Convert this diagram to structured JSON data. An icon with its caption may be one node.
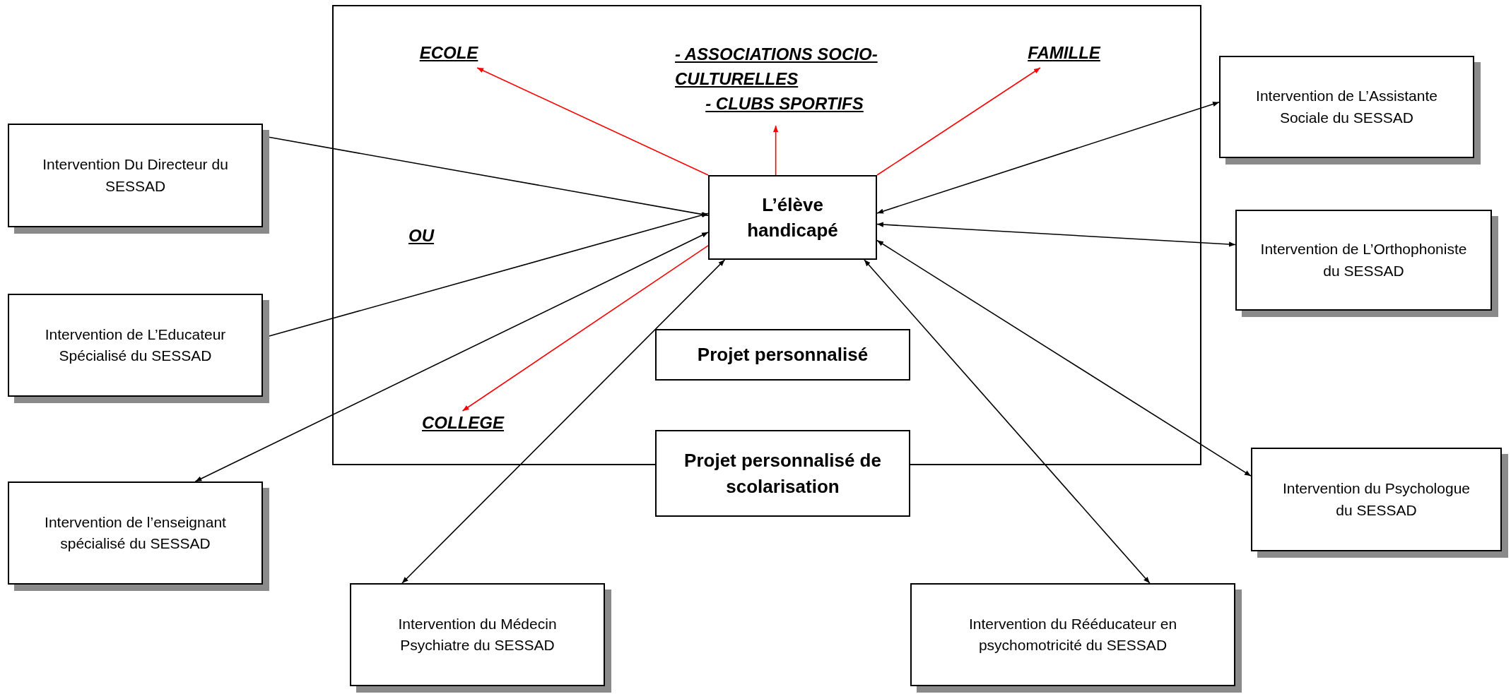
{
  "diagram": {
    "nodes": [
      {
        "text": [],
        "shape": "box"
      },
      {
        "text": [
          "ECOLE"
        ],
        "in": 0
      },
      {
        "text": [
          "- ASSOCIATIONS SOCIO-CULTURELLES",
          "- CLUBS SPORTIFS"
        ],
        "in": 0
      },
      {
        "text": [
          "FAMILLE"
        ],
        "in": 0
      },
      {
        "text": [
          "L’élève handicapé"
        ],
        "in": 0
      },
      {
        "text": [
          "Projet personnalisé"
        ],
        "in": 0
      },
      {
        "text": [
          "COLLEGE"
        ],
        "in": 0
      },
      {
        "text": [
          "Projet personnalisé de scolarisation"
        ]
      },
      {
        "text": [
          "Intervention Du Directeur du SESSAD"
        ]
      },
      {
        "text": [
          "Intervention de L’Educateur Spécialisé du SESSAD"
        ]
      },
      {
        "text": [
          "Intervention de l’enseignant spécialisé du SESSAD"
        ]
      },
      {
        "text": [
          "Intervention du Médecin Psychiatre du SESSAD"
        ]
      },
      {
        "text": [
          "Intervention du Rééducateur en psychomotricité du SESSAD"
        ]
      },
      {
        "text": [
          "Intervention de L’Assistante Sociale du SESSAD"
        ]
      },
      {
        "text": [
          "Intervention de L’Orthophoniste du SESSAD"
        ]
      },
      {
        "text": [
          "Intervention du Psychologue du SESSAD"
        ]
      }
    ],
    "edges": [
      {
        "from": 8,
        "to": 4,
        "arrow": "both"
      },
      {
        "from": 9,
        "to": 4,
        "arrow": "both"
      },
      {
        "from": 10,
        "to": 4,
        "arrow": "both"
      },
      {
        "from": 11,
        "to": 4,
        "arrow": "both"
      },
      {
        "from": 12,
        "to": 4,
        "arrow": "both"
      },
      {
        "from": 13,
        "to": 4,
        "arrow": "both"
      },
      {
        "from": 14,
        "to": 4,
        "arrow": "both"
      },
      {
        "from": 15,
        "to": 4,
        "arrow": "both"
      },
      {
        "from": 4,
        "to": 1,
        "arrow": "to",
        "color": "#ff0000"
      },
      {
        "from": 4,
        "to": 2,
        "arrow": "to",
        "color": "#ff0000"
      },
      {
        "from": 4,
        "to": 3,
        "arrow": "to",
        "color": "#ff0000"
      },
      {
        "from": 4,
        "to": 6,
        "arrow": "to",
        "color": "#ff0000"
      }
    ],
    "labels": [
      "OU"
    ]
  }
}
